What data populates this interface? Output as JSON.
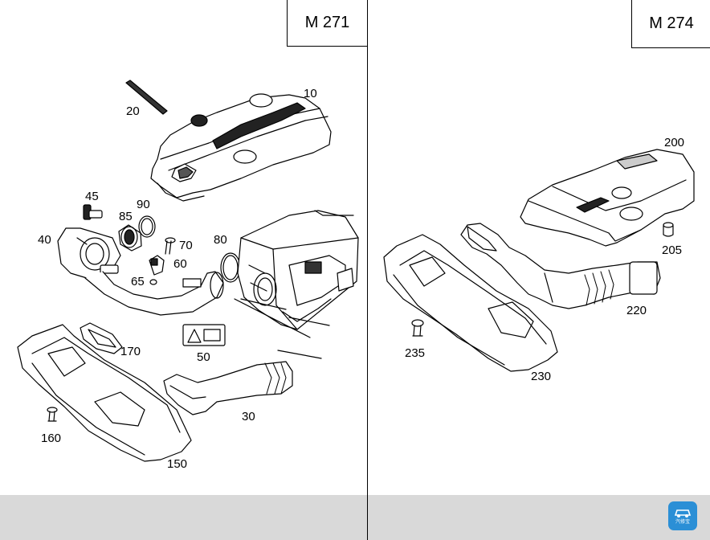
{
  "left_panel": {
    "title": "M 271",
    "callouts": [
      "10",
      "20",
      "45",
      "90",
      "85",
      "40",
      "70",
      "80",
      "60",
      "65",
      "170",
      "50",
      "30",
      "160",
      "150"
    ]
  },
  "right_panel": {
    "title": "M 274",
    "callouts": [
      "200",
      "205",
      "220",
      "235",
      "230"
    ]
  },
  "watermark": {
    "icon": "car-service-logo-icon",
    "text": "汽修宝"
  }
}
